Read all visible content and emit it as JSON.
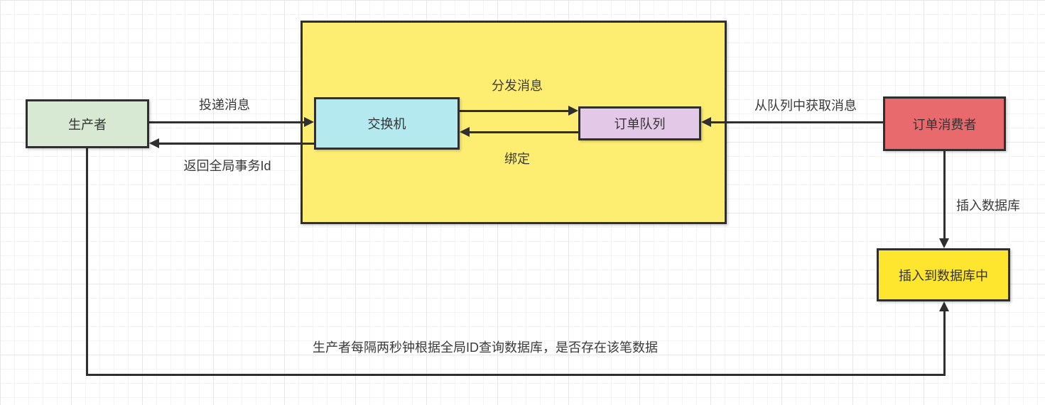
{
  "diagram": {
    "type": "flowchart",
    "background": "grid",
    "nodes": {
      "mq_container": {
        "label": "",
        "fill": "#fdee72"
      },
      "producer": {
        "label": "生产者",
        "fill": "#d7e9d2"
      },
      "exchange": {
        "label": "交换机",
        "fill": "#b3e9ef"
      },
      "order_queue": {
        "label": "订单队列",
        "fill": "#e3c8e8"
      },
      "order_consumer": {
        "label": "订单消费者",
        "fill": "#e96a6d"
      },
      "insert_db": {
        "label": "插入到数据库中",
        "fill": "#fee62e"
      }
    },
    "edges": {
      "deliver": {
        "label": "投递消息",
        "from": "producer",
        "to": "exchange"
      },
      "return_txid": {
        "label": "返回全局事务Id",
        "from": "exchange",
        "to": "producer"
      },
      "dispatch": {
        "label": "分发消息",
        "from": "exchange",
        "to": "order_queue"
      },
      "bind": {
        "label": "绑定",
        "from": "order_queue",
        "to": "exchange"
      },
      "fetch": {
        "label": "从队列中获取消息",
        "from": "order_consumer",
        "to": "order_queue"
      },
      "insert": {
        "label": "插入数据库",
        "from": "order_consumer",
        "to": "insert_db"
      },
      "poll": {
        "label": "生产者每隔两秒钟根据全局ID查询数据库，是否存在该笔数据",
        "from": "producer",
        "to": "insert_db"
      }
    },
    "colors": {
      "line": "#2f2f2f",
      "text": "#3a3a3a"
    }
  }
}
